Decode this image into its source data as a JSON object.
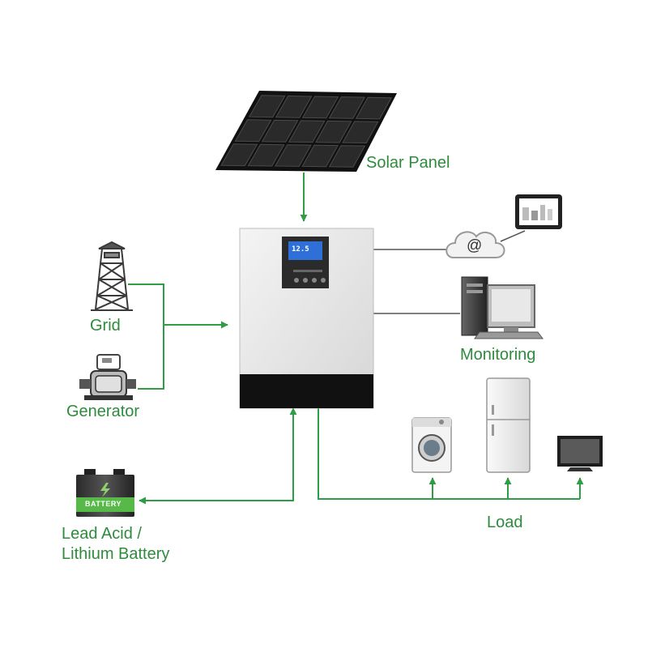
{
  "labels": {
    "solar_panel": "Solar Panel",
    "grid": "Grid",
    "generator": "Generator",
    "monitoring": "Monitoring",
    "load": "Load",
    "battery_line1": "Lead Acid /",
    "battery_line2": "Lithium Battery"
  },
  "battery_icon_text": "BATTERY",
  "cloud_symbol": "@",
  "inverter_screen_text": "12.5",
  "icons": [
    "solar-panel-icon",
    "grid-tower-icon",
    "generator-icon",
    "inverter",
    "cloud-icon",
    "tablet-icon",
    "computer-icon",
    "washing-machine-icon",
    "refrigerator-icon",
    "tv-icon",
    "battery-icon"
  ],
  "colors": {
    "arrow": "#2e9e45",
    "label": "#2e8b3d",
    "connector": "#555555",
    "battery_band": "#57b947"
  }
}
